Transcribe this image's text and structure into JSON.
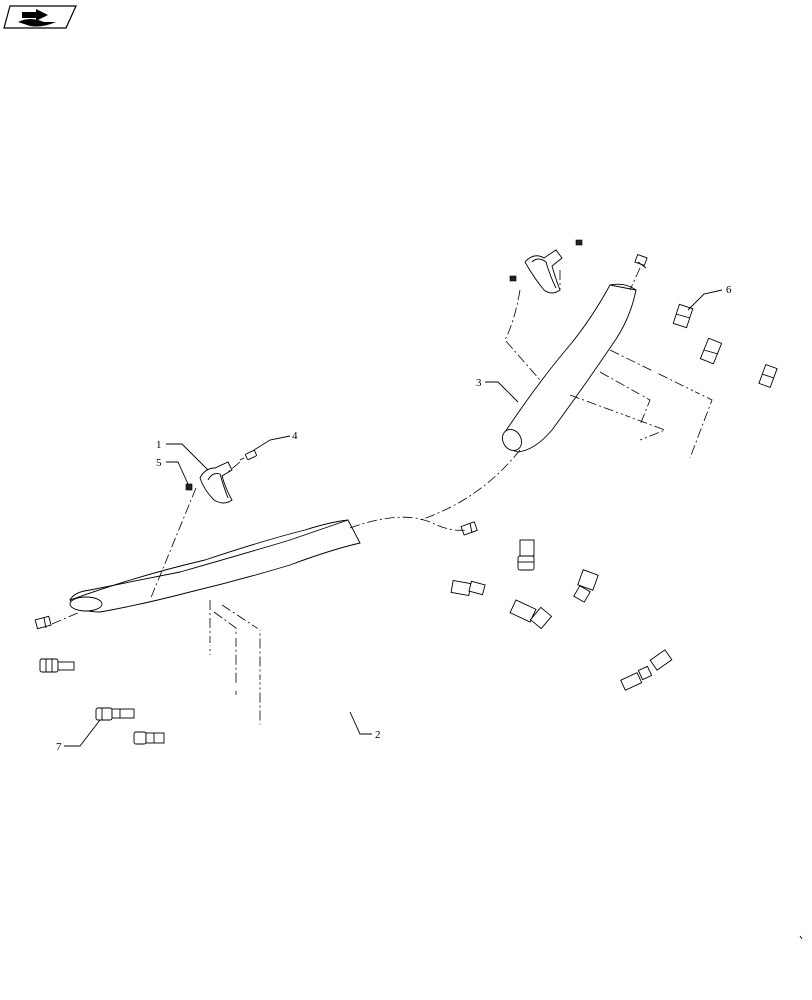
{
  "callouts": {
    "c1": "1",
    "c2": "2",
    "c3": "3",
    "c4": "4",
    "c5": "5",
    "c6": "6",
    "c7": "7"
  },
  "icons": {
    "nav": "book-arrow-icon"
  }
}
